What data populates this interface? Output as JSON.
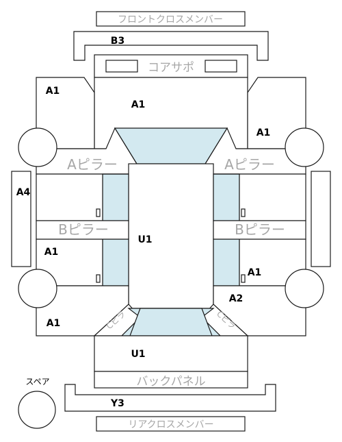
{
  "panels": {
    "front_cross_member": "フロントクロスメンバー",
    "core_support": "コアサポ",
    "a_pillar": "Aピラー",
    "b_pillar": "Bピラー",
    "back_panel": "バックパネル",
    "rear_cross_member": "リアクロスメンバー",
    "spare": "スペア",
    "curved_left": "Cピラ",
    "curved_right": "Cピラ"
  },
  "grades": {
    "front_bar": "B3",
    "front_left_fender": "A1",
    "hood": "A1",
    "front_right_fender": "A1",
    "left_side": "A4",
    "roof": "U1",
    "rear_left_door": "A1",
    "rear_right_door": "A1",
    "rear_right_quarter": "A2",
    "rear_left_quarter": "A1",
    "trunk": "U1",
    "rear_bar": "Y3"
  },
  "colors": {
    "glass": "#d3e9f0",
    "label_gray": "#a6a6a6",
    "outline": "#1a1a1a"
  }
}
